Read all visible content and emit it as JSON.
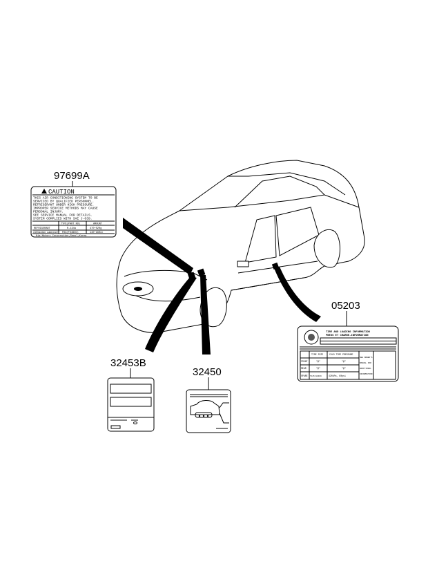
{
  "parts": [
    {
      "number": "97699A",
      "name_on_label": "CAUTION",
      "label_lines": [
        "THIS AIR CONDITIONING SYSTEM TO BE",
        "SERVICED BY QUALIFIED PERSONNEL.",
        "REFRIGERANT UNDER HIGH PRESSURE.",
        "IMPROPER SERVICE METHODS MAY CAUSE",
        "PERSONAL INJURY.",
        "SEE SERVICE MANUAL FOR DETAILS.",
        "SYSTEM COMPLIES WITH SAE J-639."
      ],
      "table_header": [
        "",
        "TYPE(PART NO)",
        "AMOUNT"
      ],
      "table_rows": [
        [
          "REFRIGERANT",
          "R-134a",
          "470~520g"
        ],
        [
          "COMPRESSOR LUBRICANT",
          "PAG(FD46XG)",
          "140~160cc"
        ]
      ],
      "footer": "Kia Motors Corporation,Seoul,Korea"
    },
    {
      "number": "05203",
      "title_lines": [
        "TIRE AND LOADING INFORMATION",
        "PNEUS ET CHARGE-INFORMATION"
      ],
      "table_header": [
        "TIRE SIZE",
        "COLD TIRE PRESSURE"
      ],
      "table_rows": [
        [
          "FRONT",
          "\"@\"",
          "\"@\""
        ],
        [
          "REAR",
          "\"@\"",
          "\"@\""
        ],
        [
          "SPARE",
          "T125/80D16",
          "420kPa, 60psi"
        ]
      ],
      "side_text": [
        "SEE OWNER'S",
        "MANUAL FOR",
        "ADDITIONAL",
        "INFORMATION"
      ]
    },
    {
      "number": "32453B"
    },
    {
      "number": "32450"
    }
  ]
}
